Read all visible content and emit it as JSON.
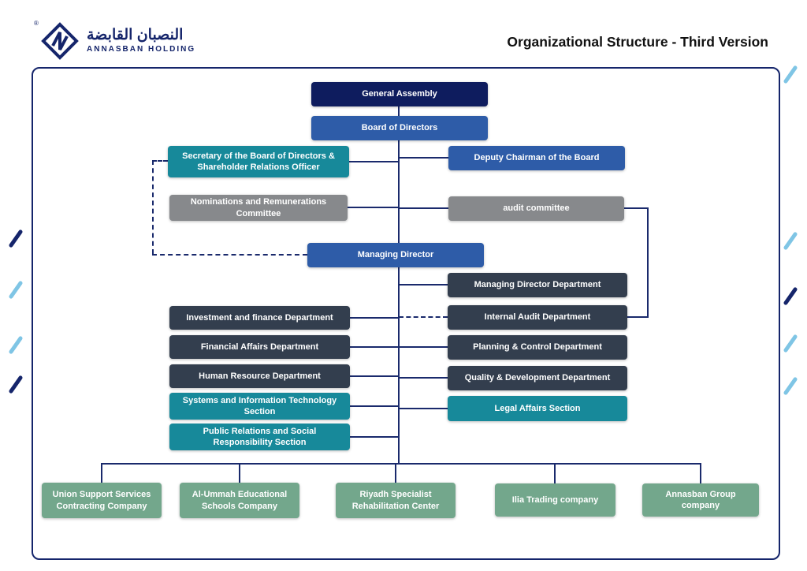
{
  "header": {
    "logo": {
      "arabic_name": "النصبان القابضة",
      "english_name": "ANNASBAN HOLDING",
      "registered_mark": "®"
    },
    "title": "Organizational Structure - Third Version"
  },
  "palette": {
    "navy": "#15256b",
    "navy_dark": "#0e1c5e",
    "blue": "#2e5ca8",
    "teal": "#17899a",
    "gray": "#87898c",
    "slate": "#333e4e",
    "green": "#73a78c",
    "line": "#1a2a6c",
    "accent_light": "#7fc5e5",
    "title_color": "#111111"
  },
  "org": {
    "nodes": {
      "general_assembly": "General Assembly",
      "board_of_directors": "Board of Directors",
      "secretary_board": "Secretary of the Board of Directors & Shareholder Relations Officer",
      "deputy_chairman": "Deputy Chairman of the Board",
      "nominations_committee": "Nominations and Remunerations Committee",
      "audit_committee": "audit committee",
      "managing_director": "Managing Director",
      "managing_director_department": "Managing Director Department",
      "investment_finance_department": "Investment and finance Department",
      "internal_audit_department": "Internal Audit Department",
      "financial_affairs_department": "Financial Affairs Department",
      "planning_control_department": "Planning & Control Department",
      "human_resource_department": "Human Resource Department",
      "quality_development_department": "Quality & Development Department",
      "systems_it_section": "Systems and Information Technology Section",
      "legal_affairs_section": "Legal Affairs Section",
      "public_relations_section": "Public Relations and Social Responsibility Section"
    },
    "companies": [
      "Union Support Services Contracting Company",
      "Al-Ummah Educational Schools Company",
      "Riyadh Specialist Rehabilitation Center",
      "Ilia Trading company",
      "Annasban Group company"
    ]
  }
}
